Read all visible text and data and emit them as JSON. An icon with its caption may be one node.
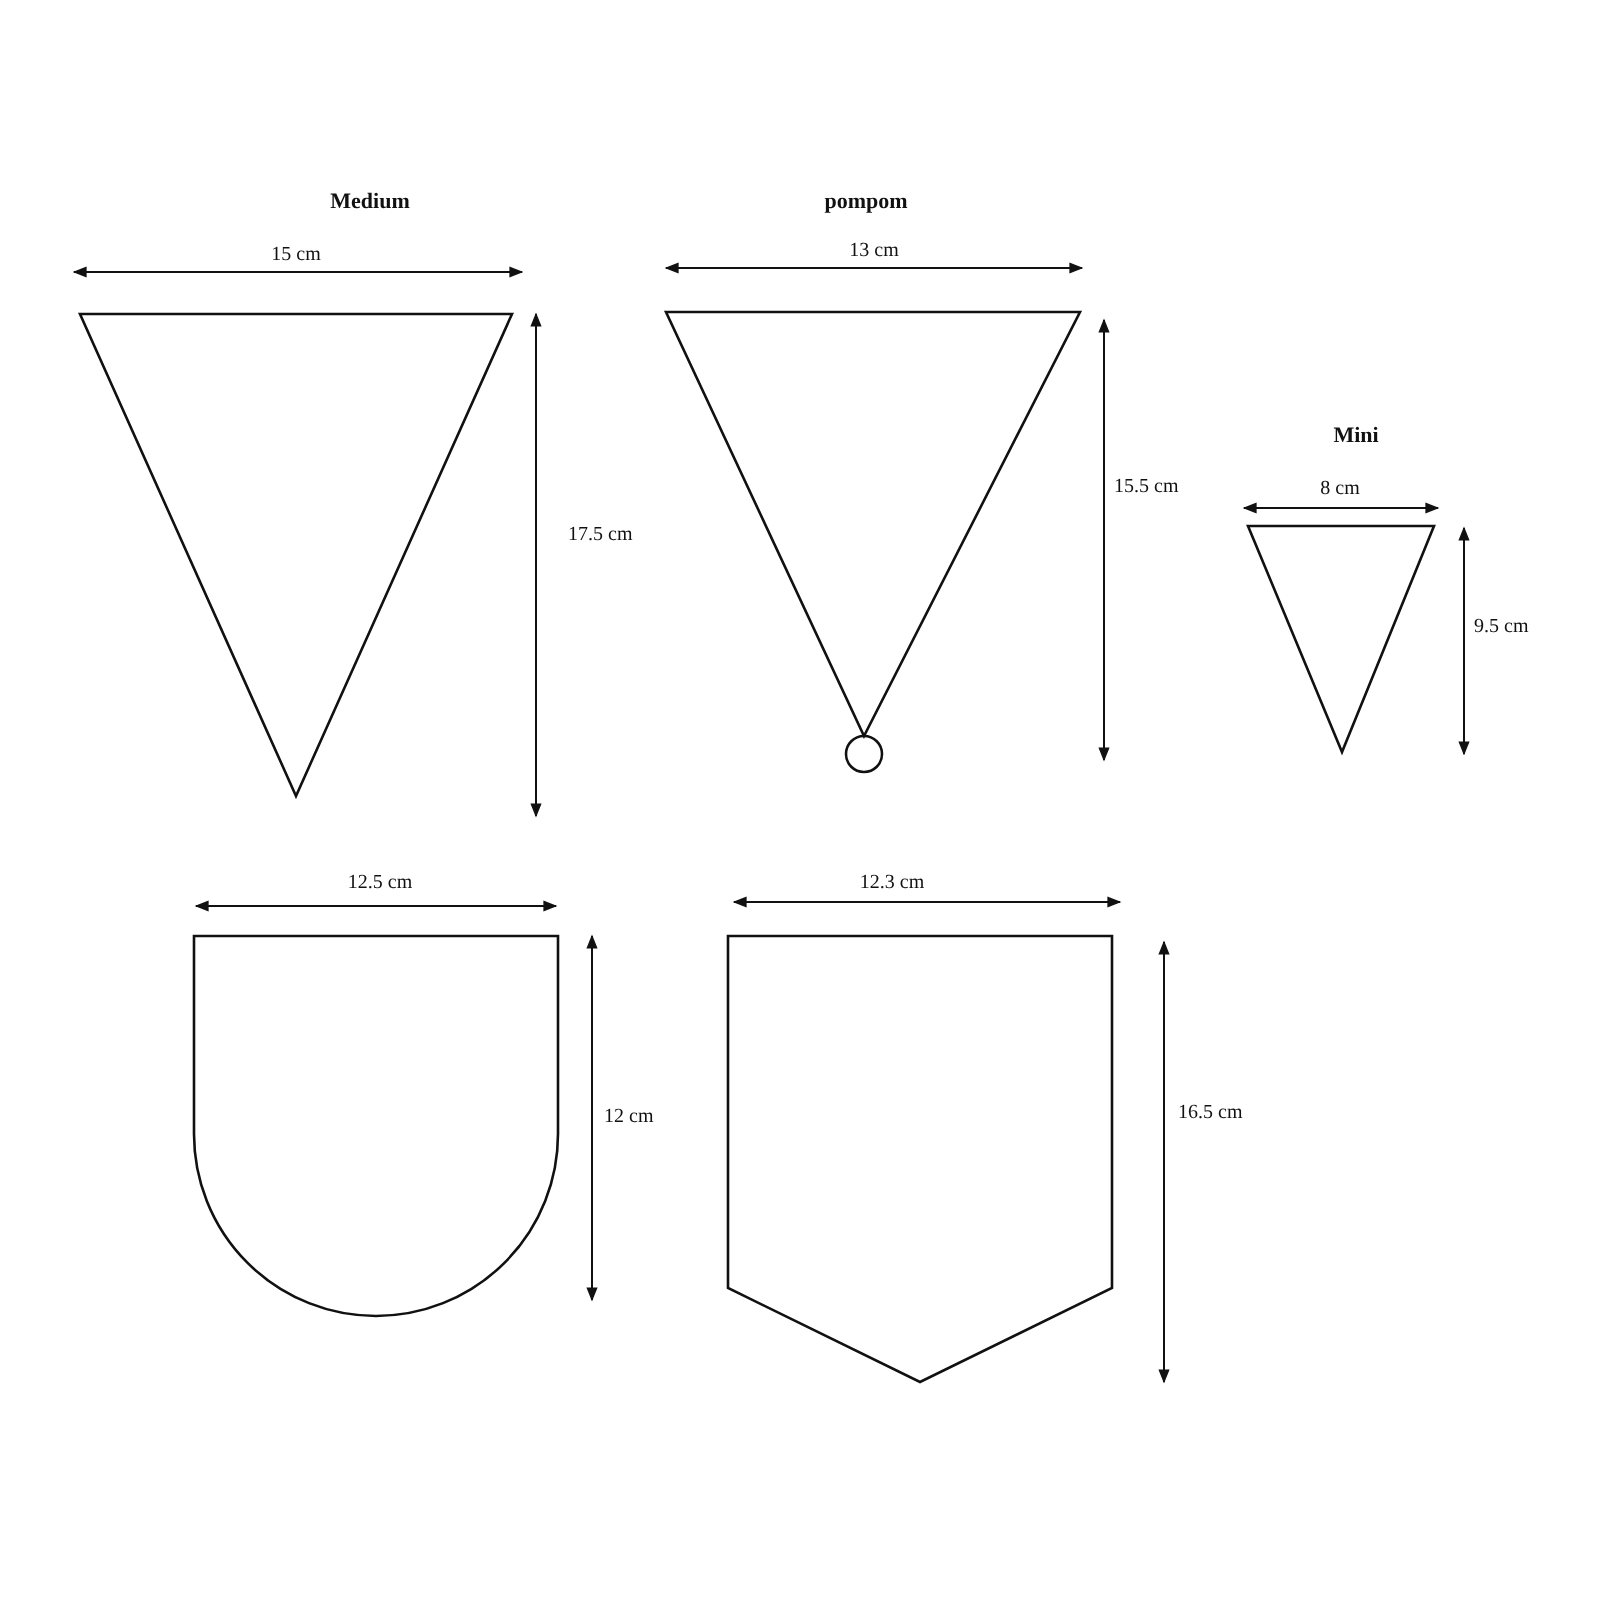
{
  "diagram": {
    "nodes": [
      {
        "text": [
          "Medium"
        ]
      },
      {
        "text": [
          "pompom"
        ]
      },
      {
        "text": [],
        "shape": "circle"
      },
      {
        "text": [
          "Mini"
        ]
      },
      {
        "text": [],
        "shape": "shield"
      },
      {
        "text": [],
        "shape": "pennant"
      }
    ],
    "labels": [
      "15 cm",
      "13 cm",
      "17.5 cm",
      "15.5 cm",
      "8 cm",
      "9.5 cm",
      "12.5 cm",
      "12.3 cm",
      "12 cm",
      "16.5 cm"
    ]
  }
}
